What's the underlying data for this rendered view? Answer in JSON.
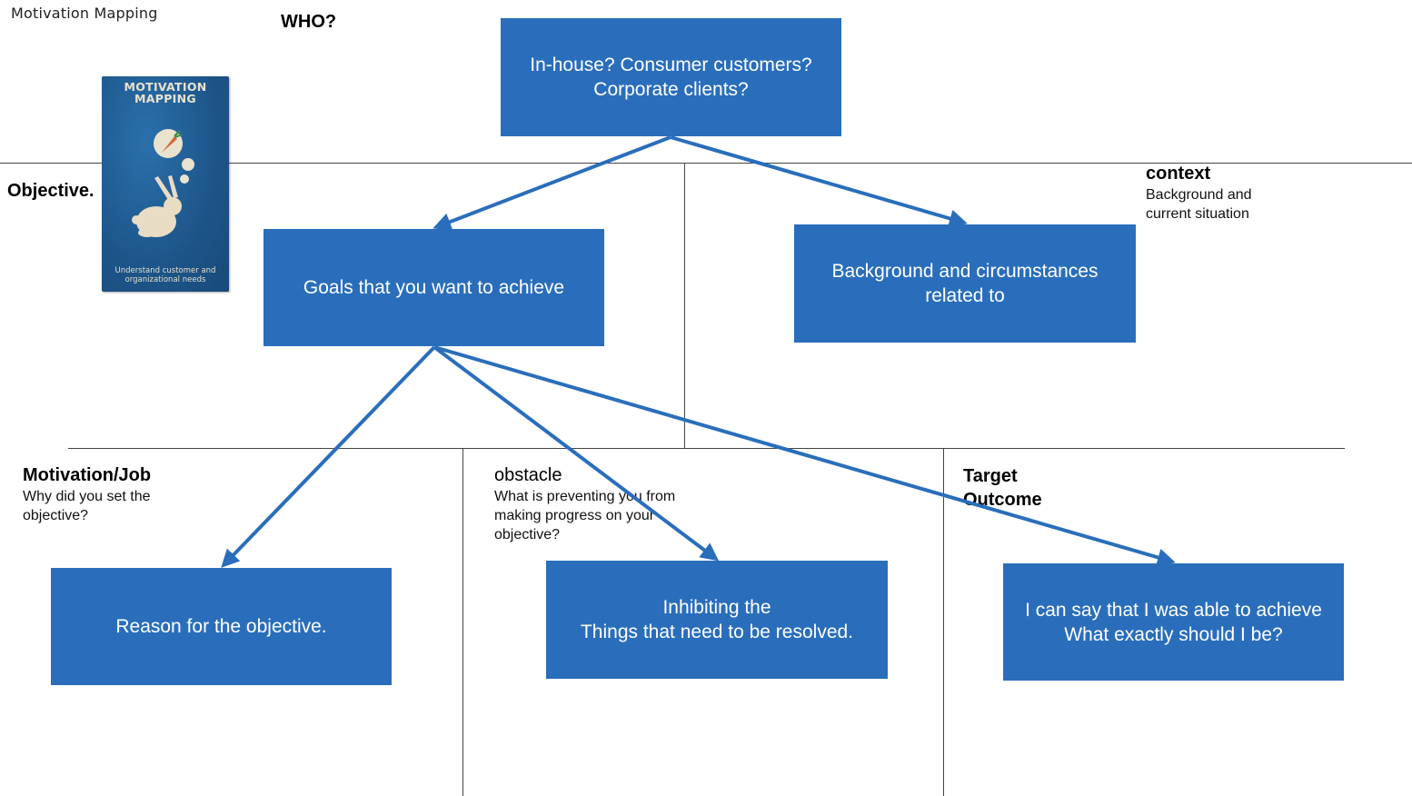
{
  "title": "Motivation Mapping",
  "who_label": "WHO?",
  "objective_label": "Objective.",
  "context": {
    "heading": "context",
    "description": "Background and\ncurrent situation"
  },
  "motivation": {
    "heading": "Motivation/Job",
    "description": "Why did you set the\nobjective?"
  },
  "obstacle": {
    "heading": "obstacle",
    "description": "What is preventing you from\nmaking progress on your\nobjective?"
  },
  "target": {
    "heading": "Target\nOutcome"
  },
  "boxes": {
    "who": "In-house? Consumer customers?\nCorporate clients?",
    "goals": "Goals that you want to achieve",
    "background": "Background and circumstances\nrelated to",
    "reason": "Reason for the objective.",
    "inhibiting": "Inhibiting the\nThings that need to be resolved.",
    "target": "I can say that I was able to achieve\nWhat exactly should I be?"
  },
  "book": {
    "title": "MOTIVATION\nMAPPING",
    "subtitle": "Understand customer and\norganizational needs",
    "icons": [
      "carrot-icon",
      "rabbit-icon"
    ]
  },
  "colors": {
    "box": "#2a6ebb",
    "arrow": "#2a6ebb",
    "book": "#1f5d95"
  }
}
